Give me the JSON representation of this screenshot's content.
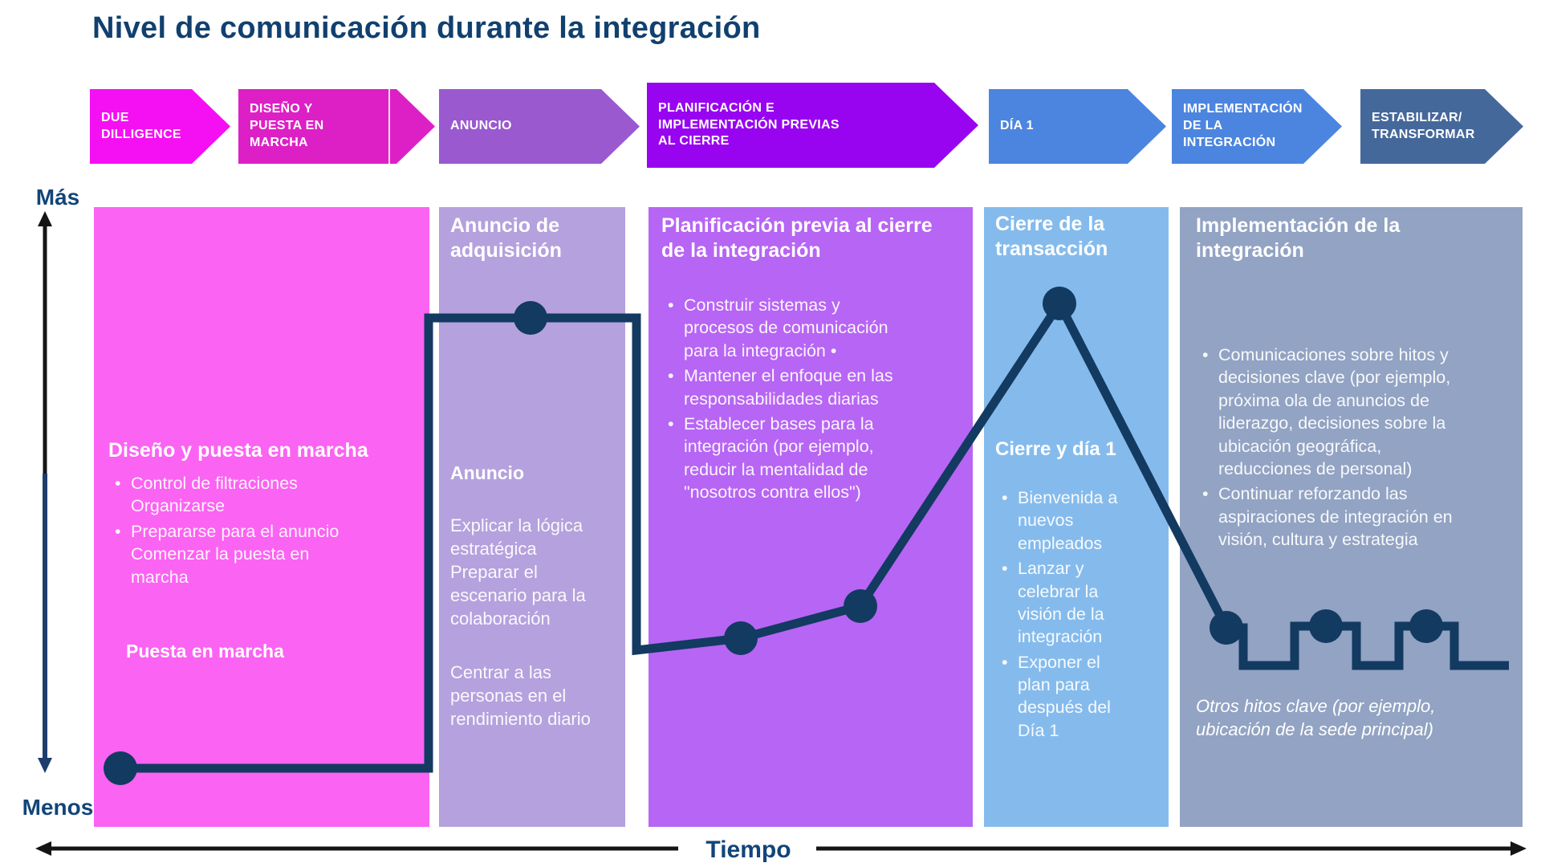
{
  "title": "Nivel de comunicación durante la integración",
  "colors": {
    "navy_line": "#133A61",
    "title_navy": "#11406F",
    "axis_black": "#151515",
    "axis_navy": "#1D3E6D"
  },
  "phases": [
    {
      "label": "DUE\nDILLIGENCE",
      "color": "#F50FF3"
    },
    {
      "label": "DISEÑO Y\nPUESTA EN\nMARCHA",
      "color": "#DD20C5"
    },
    {
      "label": "ANUNCIO",
      "color": "#9A59CF"
    },
    {
      "label": "PLANIFICACIÓN E\nIMPLEMENTACIÓN PREVIAS\n AL CIERRE",
      "color": "#9804F0"
    },
    {
      "label": "DÍA 1",
      "color": "#4C85DF"
    },
    {
      "label": "IMPLEMENTACIÓN\nDE LA\nINTEGRACIÓN",
      "color": "#4C85DF"
    },
    {
      "label": "ESTABILIZAR/\nTRANSFORMAR",
      "color": "#45689B"
    }
  ],
  "y_axis": {
    "top_label": "Más",
    "bottom_label": "Menos"
  },
  "x_axis": {
    "label": "Tiempo"
  },
  "panels": [
    {
      "color": "#FB63F2",
      "heading": "Diseño y puesta en marcha",
      "bullets": [
        "Control de filtraciones\nOrganizarse",
        "Prepararse para el anuncio\nComenzar la puesta en\nmarcha"
      ],
      "subheading": "Puesta en marcha"
    },
    {
      "color": "#B5A1DD",
      "heading": "Anuncio de\nadquisición",
      "subheading": "Anuncio",
      "paragraphs": [
        "Explicar la lógica\nestratégica\nPreparar el\nescenario para la\ncolaboración",
        "Centrar a las\npersonas en el\nrendimiento diario"
      ]
    },
    {
      "color": "#B765F4",
      "heading": "Planificación previa al cierre\nde la integración",
      "bullets": [
        "Construir sistemas y\nprocesos de comunicación\npara la integración •",
        "Mantener el enfoque en las\nresponsabilidades diarias",
        "Establecer bases para la\nintegración (por ejemplo,\nreducir la mentalidad de\n\"nosotros contra ellos\")"
      ]
    },
    {
      "color": "#85BBEC",
      "heading": "Cierre de la\ntransacción",
      "subheading": "Cierre y día 1",
      "bullets": [
        "Bienvenida a\nnuevos\nempleados",
        "Lanzar y\ncelebrar la\nvisión de la\nintegración",
        "Exponer el\nplan para\ndespués del\nDía 1"
      ]
    },
    {
      "color": "#92A3C3",
      "heading": "Implementación de la\nintegración",
      "bullets": [
        "Comunicaciones sobre hitos y\ndecisiones clave (por ejemplo,\npróxima ola de anuncios de\nliderazgo, decisiones sobre la\nubicación geográfica,\nreducciones de personal)",
        "Continuar reforzando las\naspiraciones de integración en\nvisión, cultura y estrategia"
      ],
      "note": "Otros hitos clave (por ejemplo,\nubicación de la sede principal)"
    }
  ],
  "chart_data": {
    "type": "line",
    "title": "Nivel de comunicación durante la integración",
    "xlabel": "Tiempo",
    "ylabel": "Más / Menos (nivel de comunicación)",
    "description": "Línea cualitativa: baja en due diligence, pico en el anuncio, desciende durante la planificación previa, sube gradualmente, pico máximo en el cierre/Día 1, luego baja con picos periódicos en hitos clave",
    "line_color": "#133A61",
    "stroke_width": 11,
    "path_points": [
      [
        150,
        957
      ],
      [
        534,
        957
      ],
      [
        534,
        396
      ],
      [
        793,
        396
      ],
      [
        793,
        810
      ],
      [
        923,
        795
      ],
      [
        1072,
        755
      ],
      [
        1320,
        378
      ],
      [
        1528,
        782
      ],
      [
        1549,
        782
      ],
      [
        1549,
        829
      ],
      [
        1613,
        829
      ],
      [
        1613,
        780
      ],
      [
        1690,
        780
      ],
      [
        1690,
        829
      ],
      [
        1743,
        829
      ],
      [
        1743,
        780
      ],
      [
        1812,
        780
      ],
      [
        1812,
        829
      ],
      [
        1880,
        829
      ]
    ],
    "dots": [
      [
        150,
        957
      ],
      [
        661,
        396
      ],
      [
        923,
        795
      ],
      [
        1072,
        755
      ],
      [
        1320,
        378
      ],
      [
        1528,
        782
      ],
      [
        1652,
        780
      ],
      [
        1777,
        780
      ]
    ],
    "dot_radius": 21
  }
}
